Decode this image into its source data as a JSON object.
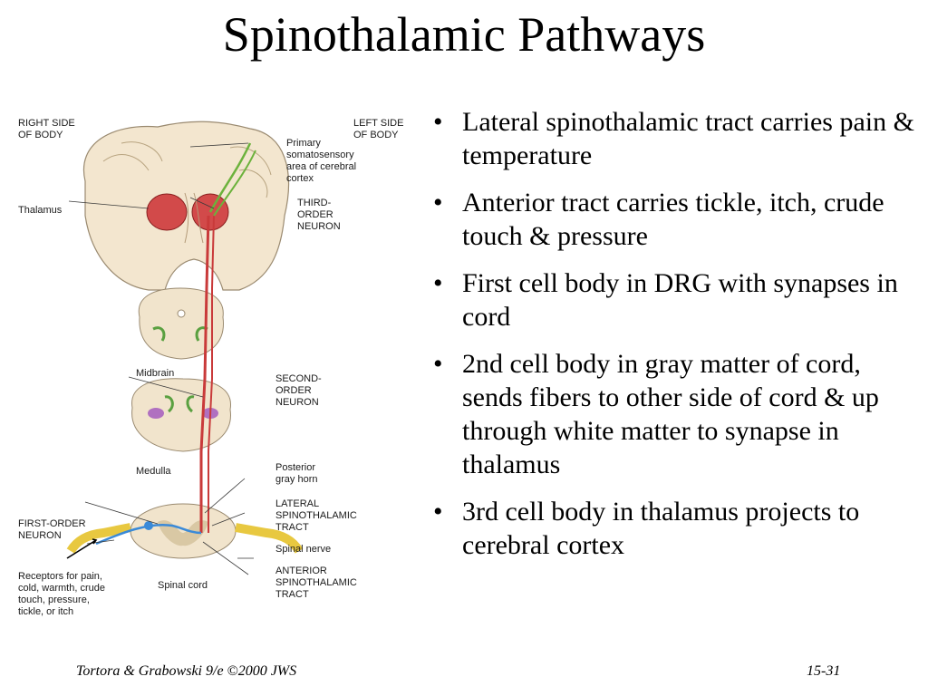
{
  "title": "Spinothalamic Pathways",
  "figure": {
    "labels": {
      "right_side": "RIGHT SIDE\nOF BODY",
      "left_side": "LEFT SIDE\nOF BODY",
      "primary": "Primary\nsomatosensory\narea of cerebral\ncortex",
      "thalamus": "Thalamus",
      "third_order": "THIRD-\nORDER\nNEURON",
      "midbrain": "Midbrain",
      "second_order": "SECOND-\nORDER\nNEURON",
      "medulla": "Medulla",
      "posterior_horn": "Posterior\ngray horn",
      "lateral_tract": "LATERAL\nSPINOTHALAMIC\nTRACT",
      "first_order": "FIRST-ORDER\nNEURON",
      "spinal_nerve": "Spinal nerve",
      "receptors": "Receptors for pain,\ncold, warmth, crude\ntouch, pressure,\ntickle, or itch",
      "spinal_cord": "Spinal cord",
      "anterior_tract": "ANTERIOR\nSPINOTHALAMIC\nTRACT"
    }
  },
  "bullets": [
    "Lateral spinothalamic tract carries pain & temperature",
    "Anterior tract carries tickle, itch, crude touch & pressure",
    "First cell body in DRG with synapses in cord",
    "2nd cell body in gray matter of cord, sends fibers to other side of cord & up through white matter to synapse in thalamus",
    "3rd cell body in thalamus projects to cerebral cortex"
  ],
  "footer": {
    "left": "Tortora & Grabowski 9/e ©2000 JWS",
    "right": "15-31"
  }
}
